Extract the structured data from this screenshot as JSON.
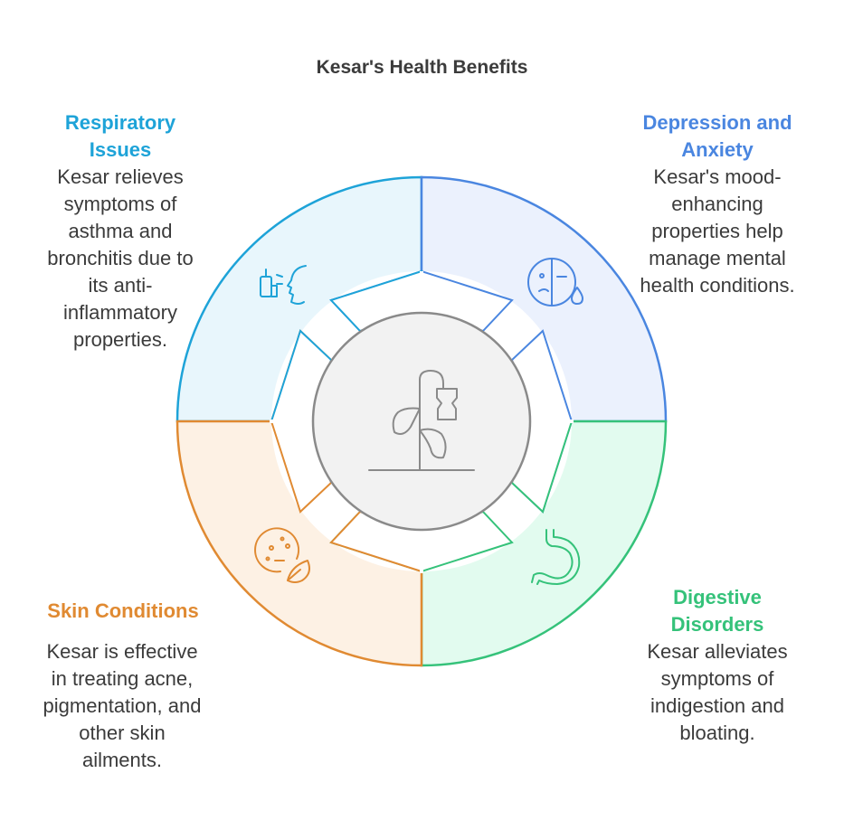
{
  "title": "Kesar's Health Benefits",
  "colors": {
    "respiratory": "#1ea3d8",
    "depression": "#4a86e0",
    "digestive": "#35c27a",
    "skin": "#e08a32",
    "center": "#8a8a8a"
  },
  "center": {
    "icon": "saffron-plant-icon"
  },
  "segments": {
    "respiratory": {
      "heading_line1": "Respiratory",
      "heading_line2": "Issues",
      "desc_lines": [
        "Kesar relieves",
        "symptoms of",
        "asthma and",
        "bronchitis due to",
        "its anti-",
        "inflammatory",
        "properties."
      ],
      "icon": "inhaler-breathing-icon"
    },
    "depression": {
      "heading_line1": "Depression and",
      "heading_line2": "Anxiety",
      "desc_lines": [
        "Kesar's mood-",
        "enhancing",
        "properties help",
        "manage mental",
        "health conditions."
      ],
      "icon": "sad-face-tear-icon"
    },
    "digestive": {
      "heading_line1": "Digestive",
      "heading_line2": "Disorders",
      "desc_lines": [
        "Kesar alleviates",
        "symptoms of",
        "indigestion and",
        "bloating."
      ],
      "icon": "stomach-icon"
    },
    "skin": {
      "heading_line1": "Skin Conditions",
      "desc_lines": [
        "Kesar is effective",
        "in treating acne,",
        "pigmentation, and",
        "other skin",
        "ailments."
      ],
      "icon": "face-leaf-icon"
    }
  }
}
